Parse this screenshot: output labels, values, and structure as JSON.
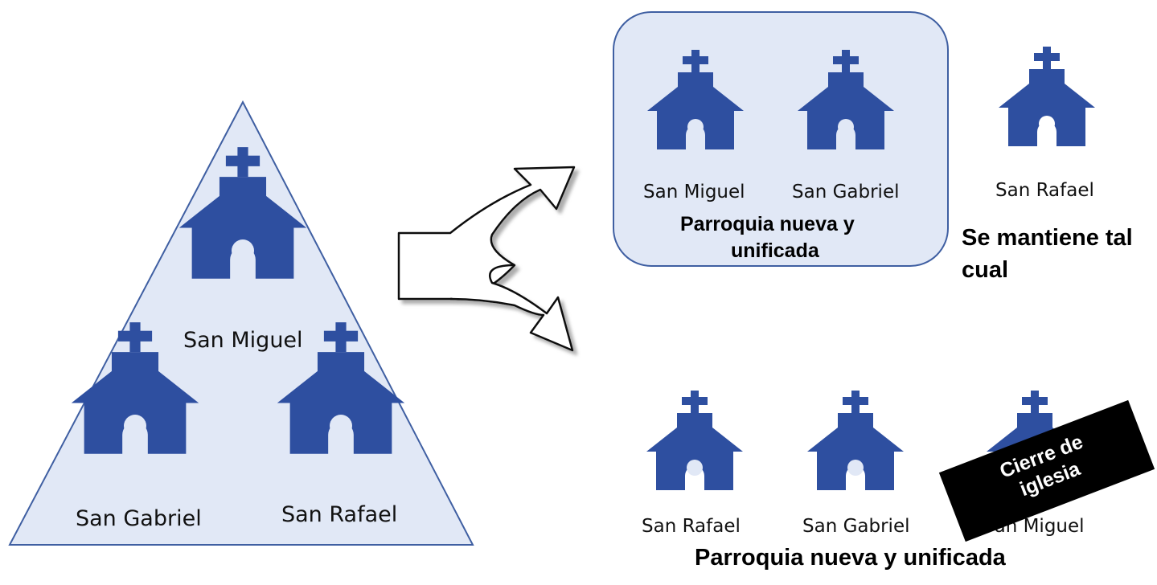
{
  "colors": {
    "church": "#2e4fa0",
    "panel_fill": "#e1e8f6",
    "panel_border": "#3f5fa2",
    "stamp": "#000000"
  },
  "left_group": {
    "top": "San Miguel",
    "bottom_left": "San Gabriel",
    "bottom_right": "San Rafael"
  },
  "top_option": {
    "churches": [
      "San Miguel",
      "San Gabriel"
    ],
    "caption_line1": "Parroquia nueva y",
    "caption_line2": "unificada",
    "separate_church": "San Rafael",
    "separate_caption_line1": "Se mantiene tal",
    "separate_caption_line2": "cual"
  },
  "bottom_option": {
    "churches": [
      "San Rafael",
      "San Gabriel",
      "San Miguel"
    ],
    "caption": "Parroquia nueva y unificada",
    "closure_line1": "Cierre de",
    "closure_line2": "iglesia"
  },
  "icons": [
    "church-icon",
    "split-arrow-icon"
  ]
}
